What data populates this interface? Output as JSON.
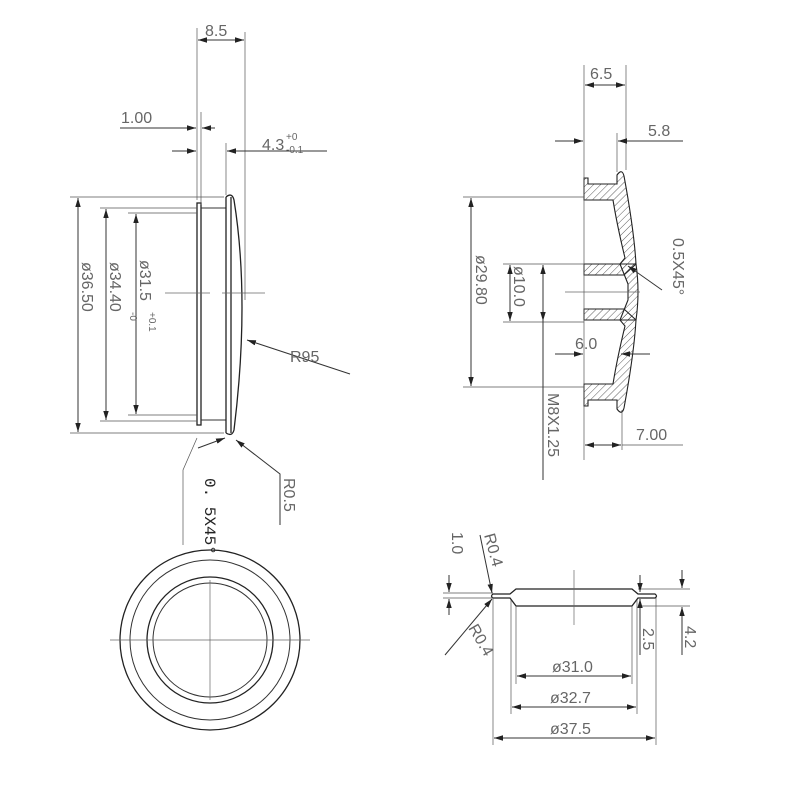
{
  "drawing": {
    "side_view": {
      "overall_depth": "8.5",
      "flange_thickness": "1.00",
      "cap_depth": "4.3",
      "cap_depth_tol_upper": "+0",
      "cap_depth_tol_lower": "-0.1",
      "dia_outer": "ø36.50",
      "dia_mid": "ø34.40",
      "dia_inner": "ø31.5",
      "dia_inner_tol_upper": "+0.1",
      "dia_inner_tol_lower": "-0",
      "radius_dome": "R95",
      "chamfer": "0. 5X45°",
      "radius_edge": "R0.5"
    },
    "section_view": {
      "overall_depth": "6.5",
      "face_depth": "5.8",
      "dia_body": "ø29.80",
      "dia_bore": "ø10.0",
      "thread": "M8X1.25",
      "bore_depth": "6.0",
      "flange_depth": "7.00",
      "chamfer": "0.5X45°"
    },
    "ring_view": {
      "thickness": "1.0",
      "radius_top": "R0.4",
      "radius_bottom": "R0.4",
      "step_height": "2.5",
      "overall_height": "4.2",
      "dia_inner": "ø31.0",
      "dia_mid": "ø32.7",
      "dia_outer": "ø37.5"
    }
  }
}
